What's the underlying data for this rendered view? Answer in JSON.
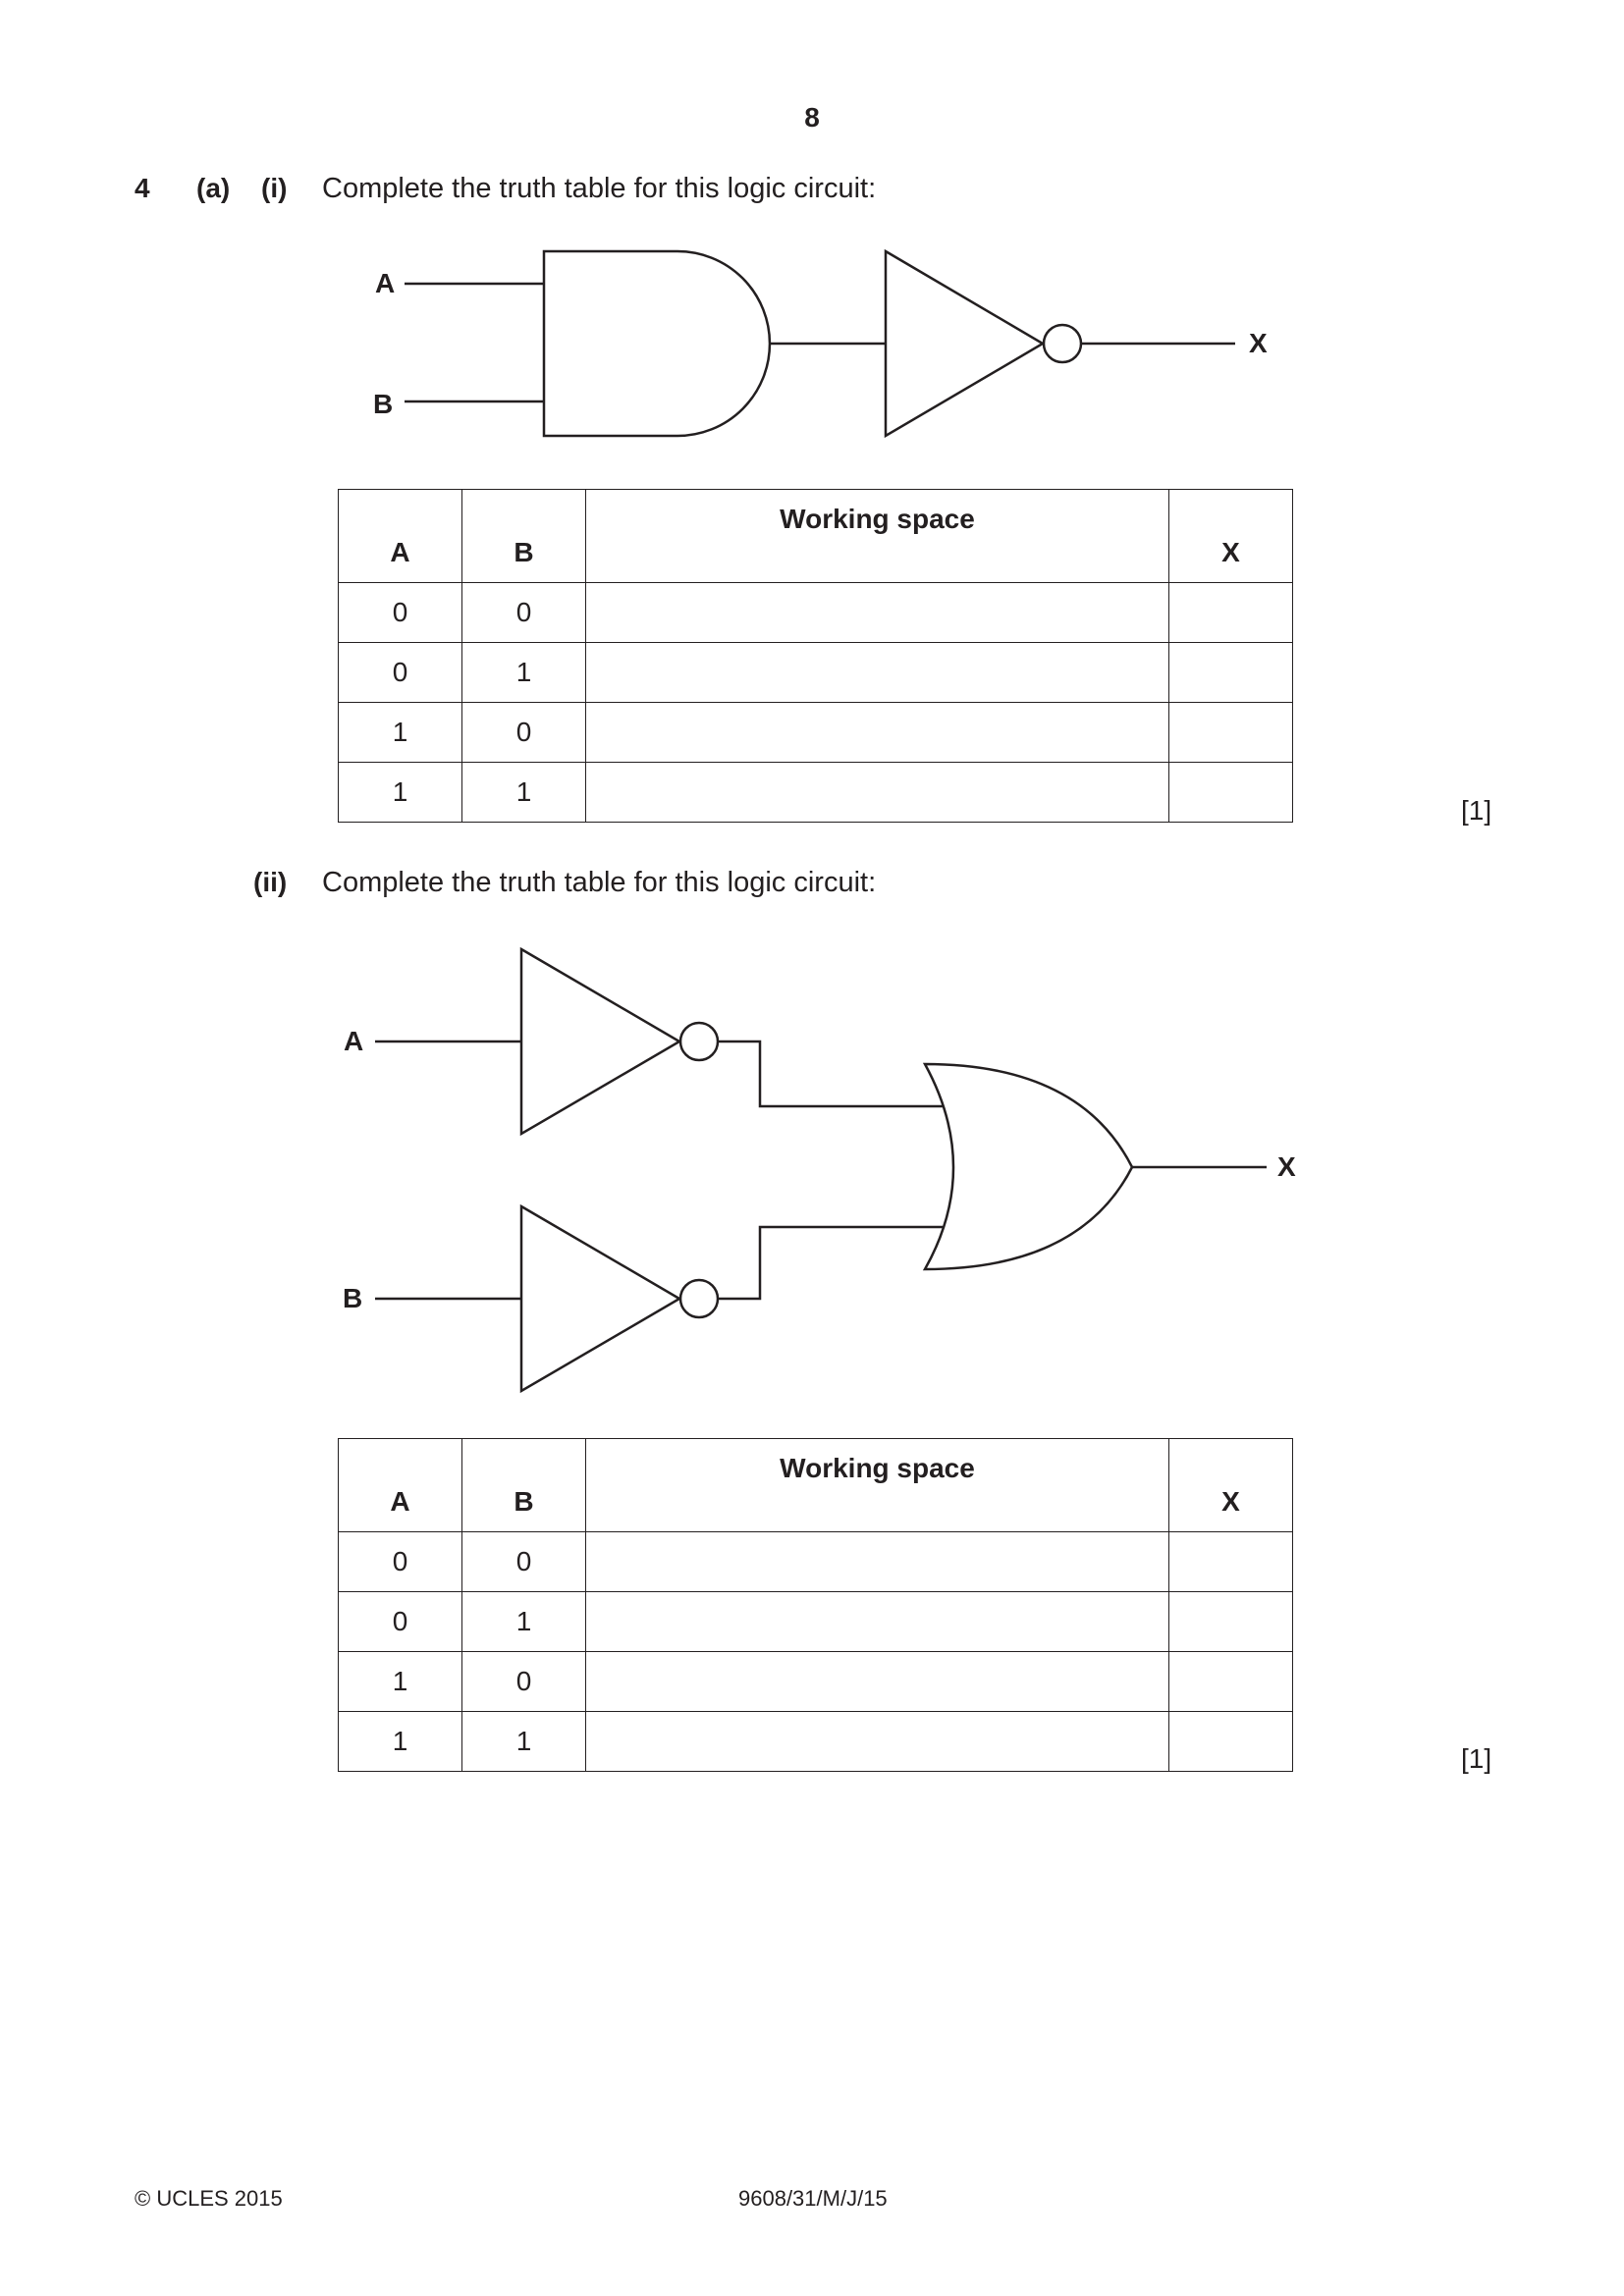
{
  "page_number": "8",
  "question": {
    "number": "4",
    "part": "(a)",
    "sub_i": "(i)",
    "sub_ii": "(ii)",
    "instruction_i": "Complete the truth table for this logic circuit:",
    "instruction_ii": "Complete the truth table for this logic circuit:"
  },
  "circuit1": {
    "input_a": "A",
    "input_b": "B",
    "output": "X"
  },
  "circuit2": {
    "input_a": "A",
    "input_b": "B",
    "output": "X"
  },
  "table1": {
    "headers": {
      "a": "A",
      "b": "B",
      "working": "Working space",
      "x": "X"
    },
    "rows": [
      {
        "a": "0",
        "b": "0",
        "working": "",
        "x": ""
      },
      {
        "a": "0",
        "b": "1",
        "working": "",
        "x": ""
      },
      {
        "a": "1",
        "b": "0",
        "working": "",
        "x": ""
      },
      {
        "a": "1",
        "b": "1",
        "working": "",
        "x": ""
      }
    ]
  },
  "table2": {
    "headers": {
      "a": "A",
      "b": "B",
      "working": "Working space",
      "x": "X"
    },
    "rows": [
      {
        "a": "0",
        "b": "0",
        "working": "",
        "x": ""
      },
      {
        "a": "0",
        "b": "1",
        "working": "",
        "x": ""
      },
      {
        "a": "1",
        "b": "0",
        "working": "",
        "x": ""
      },
      {
        "a": "1",
        "b": "1",
        "working": "",
        "x": ""
      }
    ]
  },
  "marks_i": "[1]",
  "marks_ii": "[1]",
  "footer": {
    "copyright": "© UCLES 2015",
    "paper_code": "9608/31/M/J/15"
  }
}
